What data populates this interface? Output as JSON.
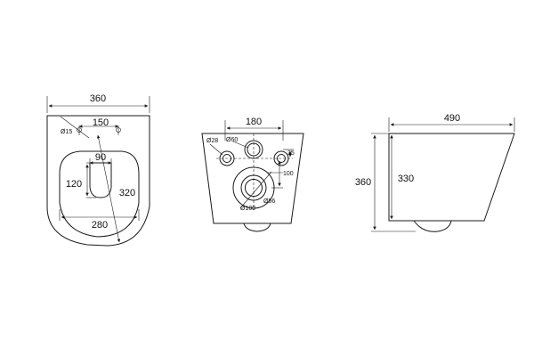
{
  "front_view": {
    "width_label": "360",
    "bolt_spacing_label": "150",
    "bolt_diameter_label": "Ø15",
    "opening_width_label": "90",
    "opening_height_label": "120",
    "depth_label": "320",
    "rim_width_label": "280"
  },
  "back_view": {
    "spacing_label": "180",
    "pipe_diameter_label": "Ø60",
    "inlet_diameter_label": "Ø28",
    "inlet_offset_label": "35",
    "height_label": "100",
    "outlet_inner_label": "Ø56",
    "outlet_outer_label": "Ø100"
  },
  "side_view": {
    "length_label": "490",
    "total_height_label": "360",
    "inner_height_label": "330"
  }
}
